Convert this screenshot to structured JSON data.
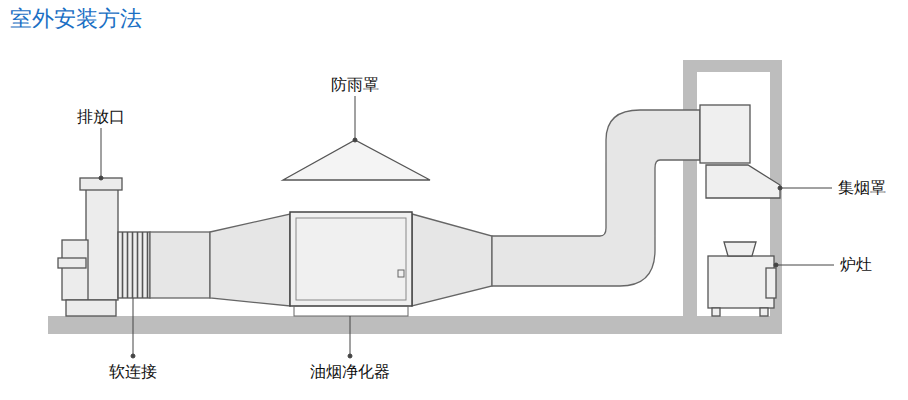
{
  "diagram": {
    "title": "室外安装方法",
    "labels": [
      "排放口",
      "防雨罩",
      "集烟罩",
      "炉灶",
      "软连接",
      "油烟净化器"
    ]
  }
}
